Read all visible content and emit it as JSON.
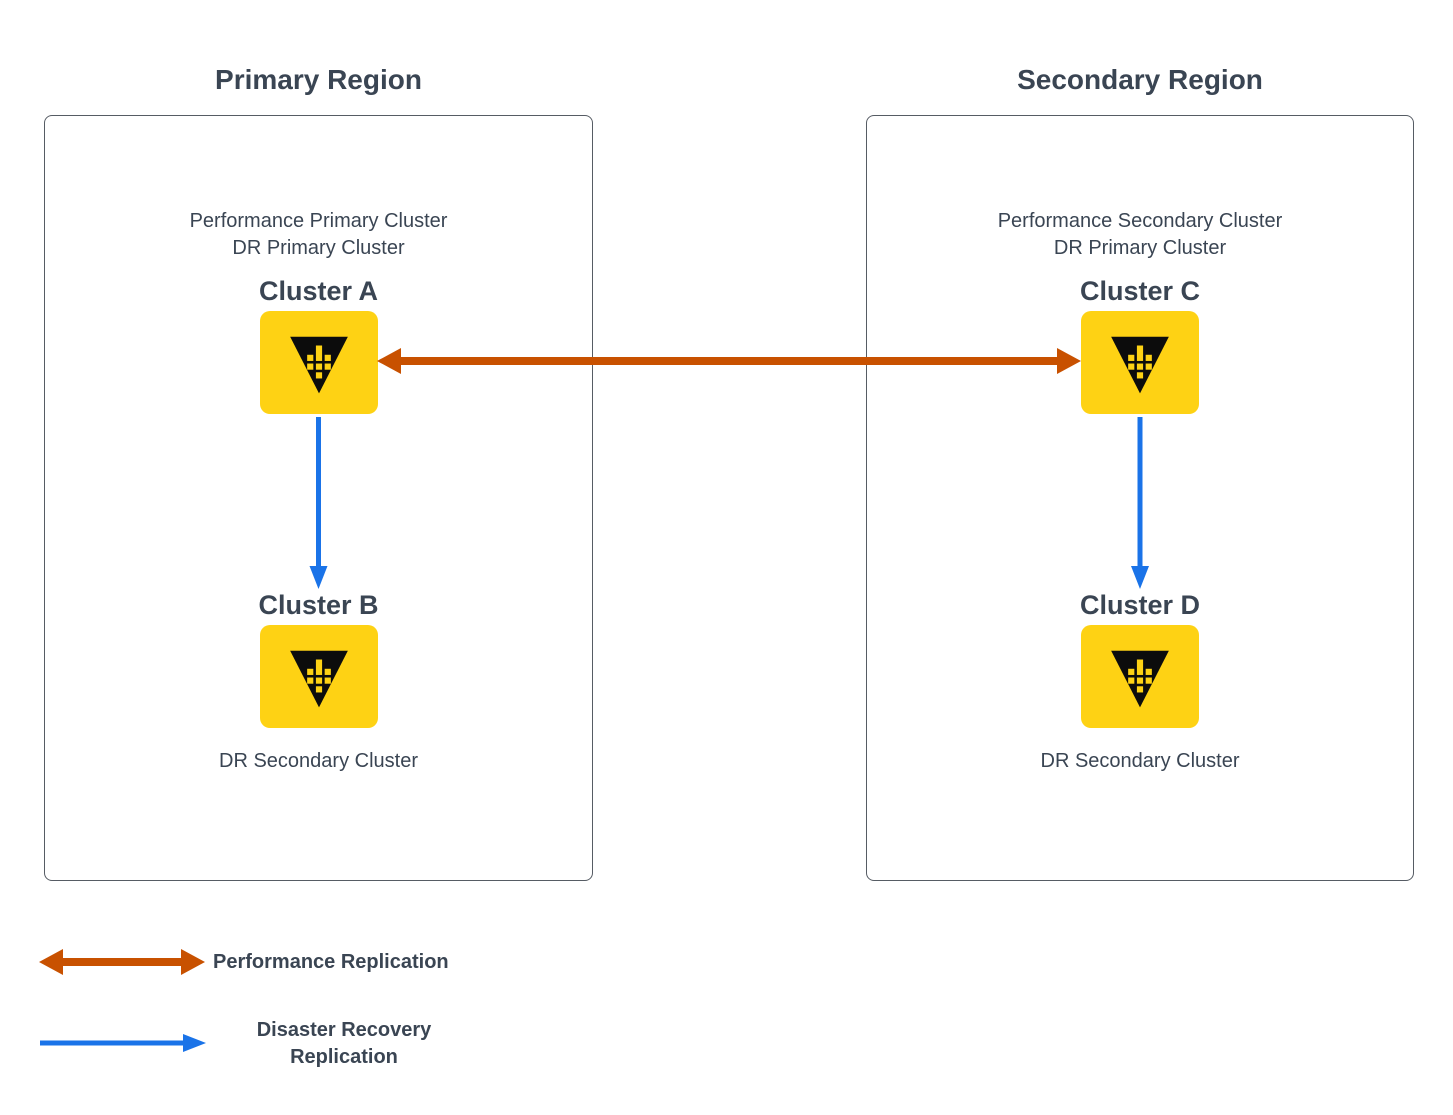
{
  "colors": {
    "vault_yellow": "#FED214",
    "logo_black": "#0C0C0C",
    "performance_orange": "#C85100",
    "dr_blue": "#1A73E8",
    "text_dark": "#3A4553",
    "box_border": "#565C64"
  },
  "regions": [
    {
      "title": "Primary Region",
      "clusters": [
        {
          "roles": [
            "Performance Primary Cluster",
            "DR Primary Cluster"
          ],
          "name": "Cluster A"
        },
        {
          "name": "Cluster B",
          "caption": "DR Secondary Cluster"
        }
      ]
    },
    {
      "title": "Secondary Region",
      "clusters": [
        {
          "roles": [
            "Performance Secondary Cluster",
            "DR Primary Cluster"
          ],
          "name": "Cluster C"
        },
        {
          "name": "Cluster D",
          "caption": "DR Secondary Cluster"
        }
      ]
    }
  ],
  "arrows": {
    "cluster_a_to_c": "performance-replication",
    "cluster_a_to_b": "disaster-recovery-replication",
    "cluster_c_to_d": "disaster-recovery-replication"
  },
  "legend": [
    {
      "type": "performance",
      "label": "Performance Replication"
    },
    {
      "type": "disaster-recovery",
      "label": "Disaster Recovery Replication"
    }
  ]
}
